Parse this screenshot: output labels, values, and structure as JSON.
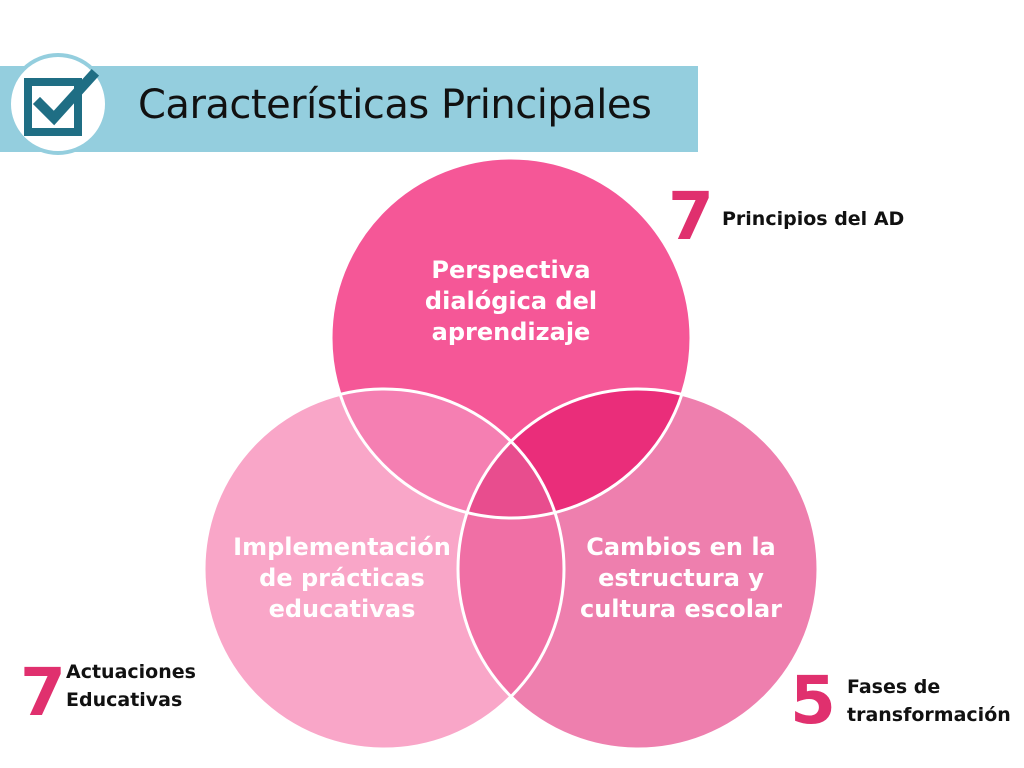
{
  "header": {
    "title": "Características Principales",
    "bar_color": "#94cede",
    "icon": "checkbox-check-icon"
  },
  "venn": {
    "circles": [
      {
        "label": "Perspectiva dialógica del aprendizaje",
        "lines": [
          "Perspectiva",
          "dialógica del",
          "aprendizaje"
        ],
        "color": "#f55797"
      },
      {
        "label": "Implementación de prácticas educativas",
        "lines": [
          "Implementación",
          "de prácticas",
          "educativas"
        ],
        "color": "#f9a6c8"
      },
      {
        "label": "Cambios en la estructura y cultura escolar",
        "lines": [
          "Cambios en la",
          "estructura y",
          "cultura escolar"
        ],
        "color": "#ee7fae"
      }
    ],
    "overlap_colors": {
      "top_right": "#ea2d7a",
      "top_left": "#f57fb2",
      "left_right": "#f06fa5",
      "center": "#e84d8e"
    },
    "outline_color": "#ffffff"
  },
  "stats": [
    {
      "number": "7",
      "text_lines": [
        "Principios del AD"
      ]
    },
    {
      "number": "7",
      "text_lines": [
        "Actuaciones",
        "Educativas"
      ]
    },
    {
      "number": "5",
      "text_lines": [
        "Fases de",
        "transformación"
      ]
    }
  ]
}
